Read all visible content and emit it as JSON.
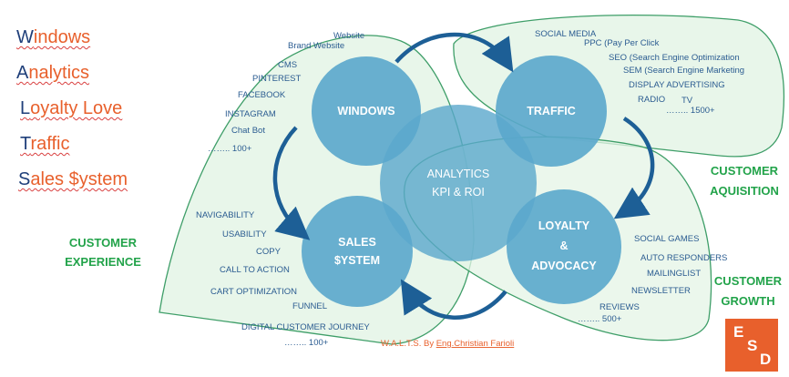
{
  "acronym": [
    {
      "first": "W",
      "rest": "indows",
      "underlined": true
    },
    {
      "first": "A",
      "rest": "nalytics",
      "underlined": true
    },
    {
      "first": "L",
      "rest": "oyalty Love",
      "underlined": true
    },
    {
      "first": "T",
      "rest": "raffic",
      "underlined": true
    },
    {
      "first": "S",
      "rest": "ales $ystem",
      "underlined": true
    }
  ],
  "circles": {
    "windows": "WINDOWS",
    "traffic": "TRAFFIC",
    "analytics_line1": "ANALYTICS",
    "analytics_line2": "KPI & ROI",
    "sales_line1": "SALES",
    "sales_line2": "$YSTEM",
    "loyalty_line1": "LOYALTY",
    "loyalty_line2": "&",
    "loyalty_line3": "ADVOCACY"
  },
  "windows_items": [
    "Website",
    "Brand Website",
    "CMS",
    "PINTEREST",
    "FACEBOOK",
    "INSTAGRAM",
    "Chat Bot",
    "…….. 100+"
  ],
  "traffic_items": [
    "SOCIAL MEDIA",
    "PPC (Pay Per Click",
    "SEO (Search Engine Optimization",
    "SEM (Search Engine Marketing",
    "DISPLAY ADVERTISING",
    "RADIO",
    "TV",
    "…….. 1500+"
  ],
  "sales_items": [
    "NAVIGABILITY",
    "USABILITY",
    "COPY",
    "CALL TO ACTION",
    "CART OPTIMIZATION",
    "FUNNEL",
    "DIGITAL CUSTOMER JOURNEY",
    "…….. 100+"
  ],
  "loyalty_items": [
    "SOCIAL GAMES",
    "AUTO RESPONDERS",
    "MAILINGLIST",
    "NEWSLETTER",
    "REVIEWS",
    "…….. 500+"
  ],
  "labels": {
    "experience_line1": "CUSTOMER",
    "experience_line2": "EXPERIENCE",
    "acquisition_line1": "CUSTOMER",
    "acquisition_line2": "AQUISITION",
    "growth_line1": "CUSTOMER",
    "growth_line2": "GROWTH"
  },
  "credit_prefix": "W.A.L.T.S. By ",
  "credit_author": "Eng.Christian Farioli",
  "logo_letters": [
    "E",
    "S",
    "D"
  ],
  "colors": {
    "circle": "#5aa7cc",
    "circle_text": "#ffffff",
    "region_fill": "#e4f4e6",
    "region_stroke": "#3e9e68",
    "item_text": "#2b5c91",
    "label_green": "#22a34a",
    "arrow": "#1d5f96",
    "acronym_first": "#1f3f7a",
    "acronym_rest": "#e8602c",
    "logo_bg": "#e8602c"
  }
}
